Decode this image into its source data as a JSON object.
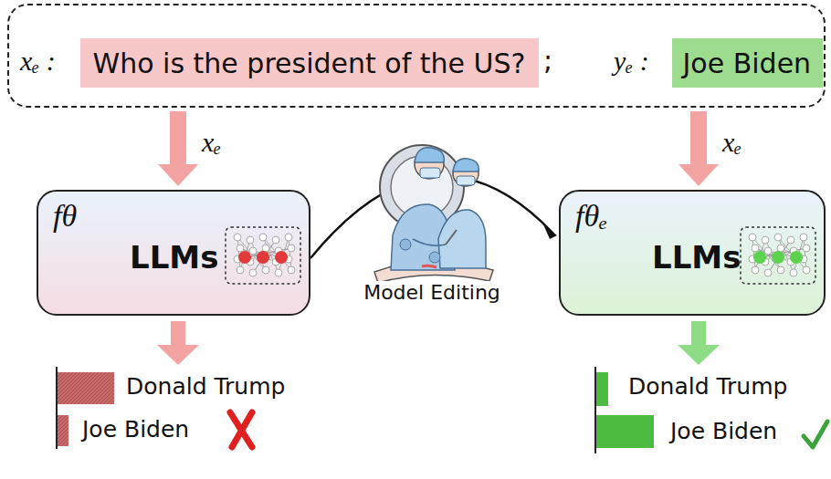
{
  "diagram": {
    "nodes": [
      {
        "text": [
          "xₑ :",
          ";",
          "yₑ :"
        ]
      },
      {
        "text": [
          "Who is the president of the US?"
        ],
        "in": 0
      },
      {
        "text": [
          "Joe Biden"
        ],
        "in": 0
      },
      {
        "text": [
          "fθ",
          "LLMs"
        ]
      },
      {
        "text": [
          "fθₑ",
          "LLMs"
        ]
      }
    ],
    "edges": [
      {
        "from": 0,
        "to": 3,
        "arrow": "to",
        "label": "xₑ"
      },
      {
        "from": 0,
        "to": 4,
        "arrow": "to",
        "label": "xₑ"
      },
      {
        "from": 3,
        "to": 4,
        "arrow": "to",
        "label": "Model Editing"
      }
    ],
    "labels": [
      "Donald Trump",
      "Joe Biden",
      "Donald Trump",
      "Joe Biden"
    ]
  }
}
